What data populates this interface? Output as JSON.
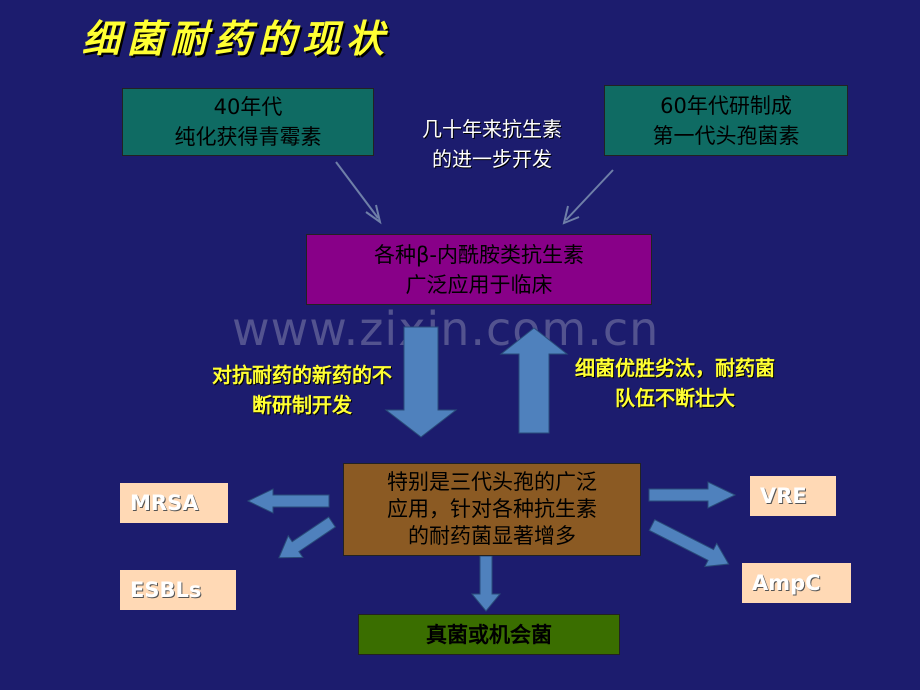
{
  "title": "细菌耐药的现状",
  "boxes": {
    "penicillin": [
      "40年代",
      "纯化获得青霉素"
    ],
    "cephalo": [
      "60年代研制成",
      "第一代头孢菌素"
    ],
    "beta_lactam": [
      "各种β-内酰胺类抗生素",
      "广泛应用于临床"
    ],
    "third_gen": [
      "特别是三代头孢的广泛",
      "应用，针对各种抗生素",
      "的耐药菌显著增多"
    ],
    "fungi": "真菌或机会菌"
  },
  "labels": {
    "decades": [
      "几十年来抗生素",
      "的进一步开发"
    ],
    "new_drugs": [
      "对抗耐药的新药的不",
      "断研制开发"
    ],
    "survival": [
      "细菌优胜劣汰，耐药菌",
      "队伍不断壮大"
    ]
  },
  "resistant": {
    "mrsa": "MRSA",
    "esbls": "ESBLs",
    "vre": "VRE",
    "ampc": "AmpC"
  },
  "watermark": "www.zixin.com.cn",
  "colors": {
    "background": "#1c1c6e",
    "title": "#ffff33",
    "teal_box": "#0f6b63",
    "purple_box": "#880088",
    "brown_box": "#8b5a23",
    "green_box": "#3a6e00",
    "peach_box": "#ffd9b5",
    "arrow_fill": "#4f81bd"
  }
}
